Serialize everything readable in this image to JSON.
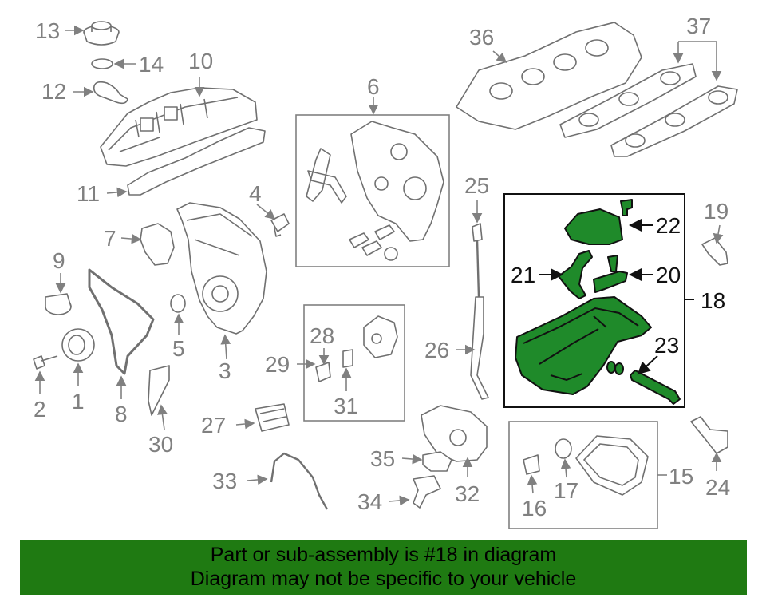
{
  "diagram": {
    "labels": {
      "l1": "1",
      "l2": "2",
      "l3": "3",
      "l4": "4",
      "l5": "5",
      "l6": "6",
      "l7": "7",
      "l8": "8",
      "l9": "9",
      "l10": "10",
      "l11": "11",
      "l12": "12",
      "l13": "13",
      "l14": "14",
      "l15": "15",
      "l16": "16",
      "l17": "17",
      "l18": "18",
      "l19": "19",
      "l20": "20",
      "l21": "21",
      "l22": "22",
      "l23": "23",
      "l24": "24",
      "l25": "25",
      "l26": "26",
      "l27": "27",
      "l28": "28",
      "l29": "29",
      "l30": "30",
      "l31": "31",
      "l32": "32",
      "l33": "33",
      "l34": "34",
      "l35": "35",
      "l36": "36",
      "l37": "37"
    },
    "highlight_color": "#1f8a2a",
    "highlighted_part": "18"
  },
  "banner": {
    "line1": "Part or sub-assembly is #18 in diagram",
    "line2": "Diagram may not be specific to your vehicle",
    "background": "#1f7a12"
  }
}
